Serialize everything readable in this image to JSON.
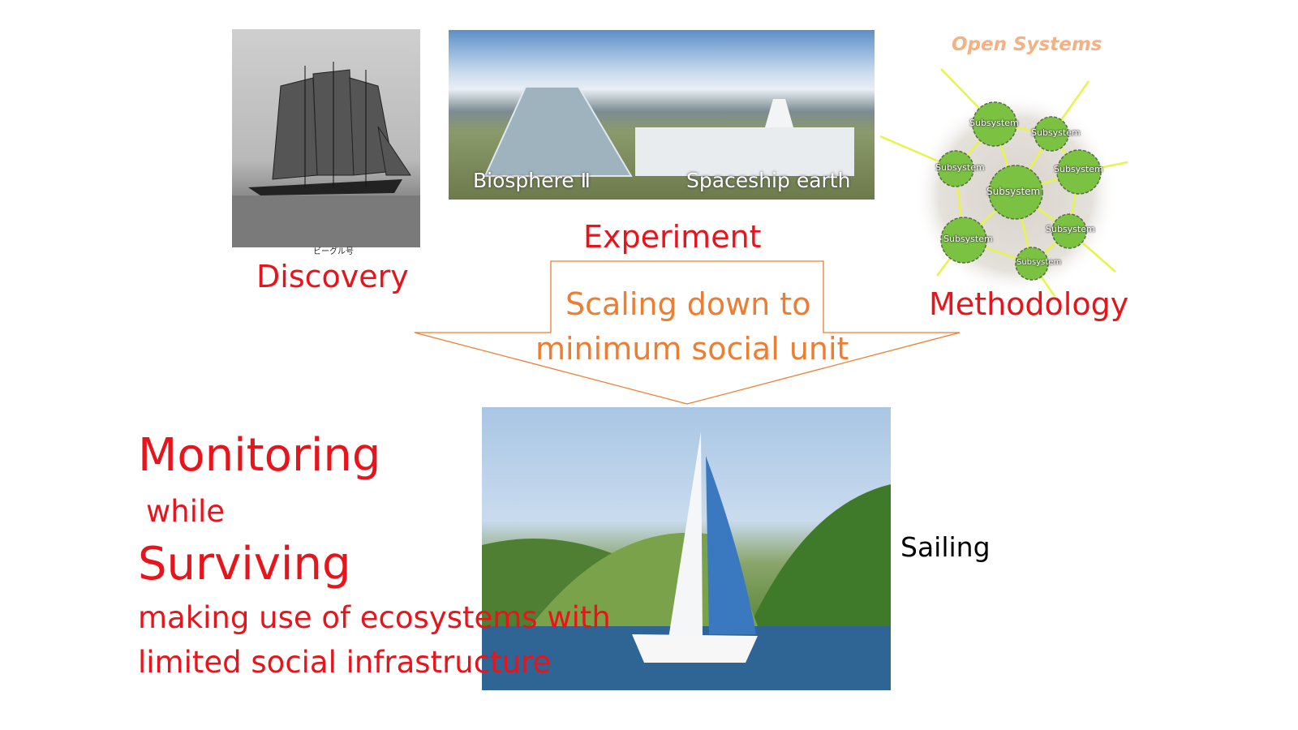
{
  "ship_photo": {
    "caption": "ビーグル号",
    "label": "Discovery"
  },
  "biosphere_photo": {
    "caption_left": "Biosphere Ⅱ",
    "caption_right": "Spaceship earth",
    "label": "Experiment"
  },
  "arrow": {
    "line1": "Scaling down to",
    "line2": "minimum social unit"
  },
  "open_systems": {
    "title": "Open Systems",
    "node_label": "Subsystem",
    "label": "Methodology"
  },
  "main_text": {
    "monitoring": "Monitoring",
    "while": "while",
    "surviving": "Surviving",
    "line1": "making use of ecosystems with",
    "line2": "limited social infrastructure"
  },
  "sail_photo": {
    "label": "Sailing"
  },
  "colors": {
    "red": "#e8141c",
    "orange": "#ed7d31",
    "light_orange": "#f4b183",
    "green": "#7cc242"
  }
}
